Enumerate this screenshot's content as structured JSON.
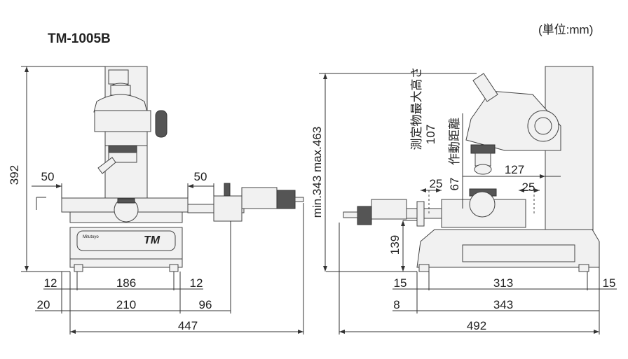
{
  "title": "TM-1005B",
  "unit_label": "(単位:mm)",
  "front_view": {
    "height": "392",
    "stage_offset_left": "50",
    "stage_offset_right": "50",
    "foot_left": "12",
    "foot_span": "186",
    "foot_right": "12",
    "left_overhang": "20",
    "base_width": "210",
    "right_overhang": "96",
    "total_width": "447",
    "base_logo": "TM",
    "brand_logo": "Mitutoyo"
  },
  "side_view": {
    "max_object_height_label": "測定物最大高さ",
    "max_object_height": "107",
    "working_distance_label": "作動距離",
    "working_distance": "67",
    "height_range": "min.343 max.463",
    "stage_height": "139",
    "axis_offset": "127",
    "stage_travel_left": "25",
    "stage_travel_right": "25",
    "foot_left": "15",
    "foot_span": "313",
    "foot_right": "15",
    "left_overhang": "8",
    "base_depth": "343",
    "total_depth": "492"
  }
}
